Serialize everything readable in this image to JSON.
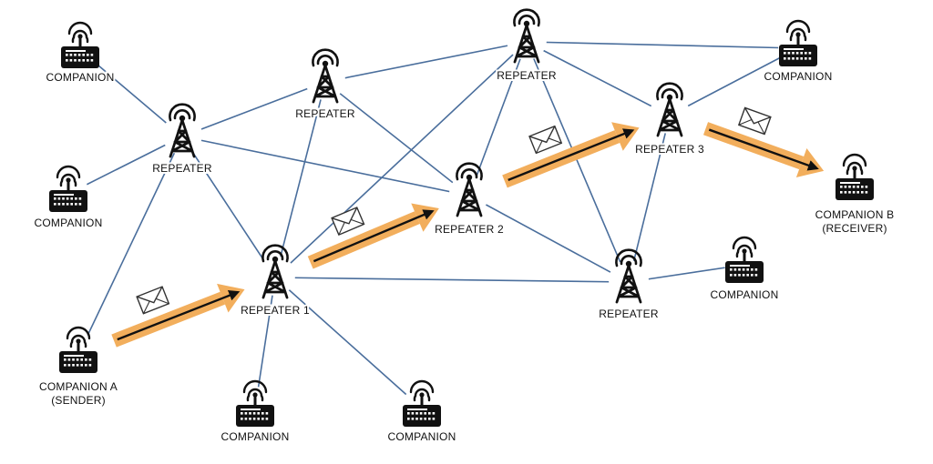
{
  "colors": {
    "background": "#ffffff",
    "link": "#4a6e9c",
    "arrow_glow": "#f2ae5c",
    "arrow_line": "#111111",
    "device": "#111111",
    "envelope_fill": "#ffffff",
    "envelope_stroke": "#333333"
  },
  "nodes": [
    {
      "id": "comp_tl",
      "kind": "companion",
      "label": [
        "COMPANION"
      ]
    },
    {
      "id": "comp_l",
      "kind": "companion",
      "label": [
        "COMPANION"
      ]
    },
    {
      "id": "comp_a",
      "kind": "companion",
      "label": [
        "COMPANION A",
        "(SENDER)"
      ]
    },
    {
      "id": "comp_b1",
      "kind": "companion",
      "label": [
        "COMPANION"
      ]
    },
    {
      "id": "comp_b2",
      "kind": "companion",
      "label": [
        "COMPANION"
      ]
    },
    {
      "id": "comp_tr",
      "kind": "companion",
      "label": [
        "COMPANION"
      ]
    },
    {
      "id": "comp_r",
      "kind": "companion",
      "label": [
        "COMPANION"
      ]
    },
    {
      "id": "comp_b",
      "kind": "companion",
      "label": [
        "COMPANION B",
        "(RECEIVER)"
      ]
    },
    {
      "id": "rep_left",
      "kind": "repeater",
      "label": [
        "REPEATER"
      ]
    },
    {
      "id": "rep_top",
      "kind": "repeater",
      "label": [
        "REPEATER"
      ]
    },
    {
      "id": "rep_1",
      "kind": "repeater",
      "label": [
        "REPEATER 1"
      ]
    },
    {
      "id": "rep_2",
      "kind": "repeater",
      "label": [
        "REPEATER 2"
      ]
    },
    {
      "id": "rep_topmid",
      "kind": "repeater",
      "label": [
        "REPEATER"
      ]
    },
    {
      "id": "rep_3",
      "kind": "repeater",
      "label": [
        "REPEATER 3"
      ]
    },
    {
      "id": "rep_br",
      "kind": "repeater",
      "label": [
        "REPEATER"
      ]
    }
  ],
  "links": [
    [
      "comp_tl",
      "rep_left"
    ],
    [
      "comp_l",
      "rep_left"
    ],
    [
      "comp_a",
      "rep_left"
    ],
    [
      "rep_left",
      "rep_top"
    ],
    [
      "rep_left",
      "rep_1"
    ],
    [
      "rep_left",
      "rep_2"
    ],
    [
      "rep_top",
      "rep_1"
    ],
    [
      "rep_top",
      "rep_2"
    ],
    [
      "rep_top",
      "rep_topmid"
    ],
    [
      "rep_1",
      "rep_topmid"
    ],
    [
      "rep_1",
      "rep_br"
    ],
    [
      "rep_1",
      "comp_b1"
    ],
    [
      "rep_1",
      "comp_b2"
    ],
    [
      "rep_topmid",
      "rep_2"
    ],
    [
      "rep_topmid",
      "rep_3"
    ],
    [
      "rep_topmid",
      "rep_br"
    ],
    [
      "rep_topmid",
      "comp_tr"
    ],
    [
      "rep_2",
      "rep_br"
    ],
    [
      "rep_3",
      "rep_br"
    ],
    [
      "rep_3",
      "comp_tr"
    ],
    [
      "rep_br",
      "comp_r"
    ]
  ],
  "route": [
    [
      "comp_a",
      "rep_1"
    ],
    [
      "rep_1",
      "rep_2"
    ],
    [
      "rep_2",
      "rep_3"
    ],
    [
      "rep_3",
      "comp_b"
    ]
  ],
  "envelope_icon": "envelope-icon",
  "repeater_icon": "radio-tower-icon",
  "companion_icon": "radio-device-icon"
}
